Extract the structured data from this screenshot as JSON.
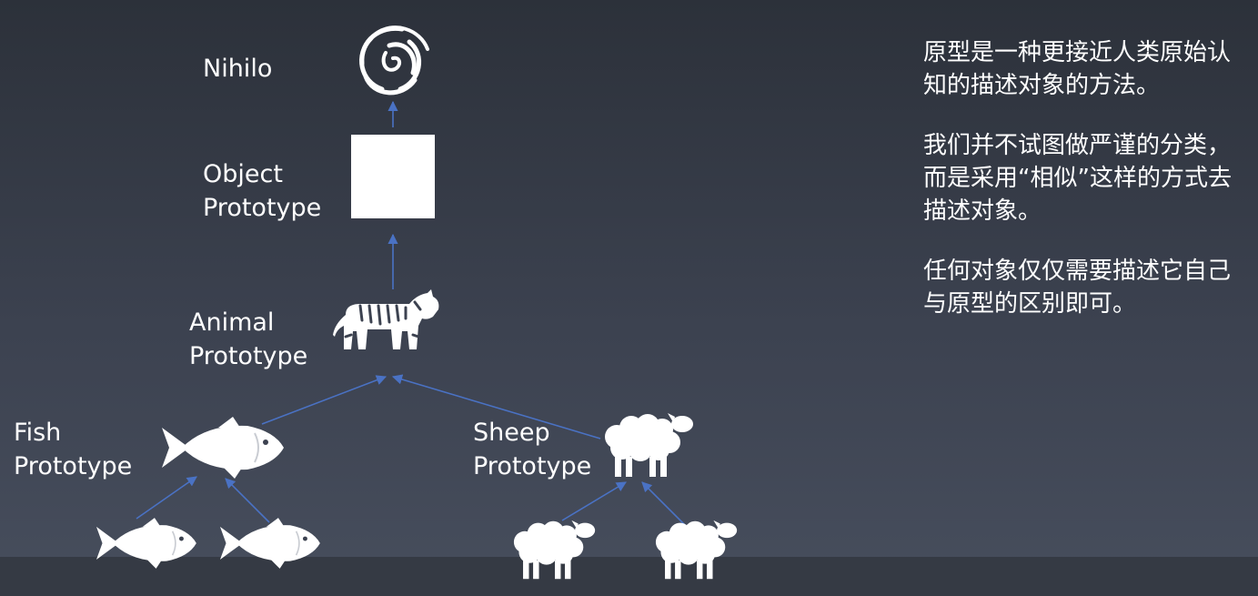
{
  "nodes": {
    "nihilo": {
      "label": [
        "Nihilo"
      ]
    },
    "object": {
      "label": [
        "Object",
        "Prototype"
      ]
    },
    "animal": {
      "label": [
        "Animal",
        "Prototype"
      ]
    },
    "fish": {
      "label": [
        "Fish",
        "Prototype"
      ]
    },
    "sheep": {
      "label": [
        "Sheep",
        "Prototype"
      ]
    }
  },
  "icons": {
    "nihilo": "swirl-icon",
    "object": "square-icon",
    "animal": "tiger-icon",
    "fish": "fish-icon",
    "sheep": "sheep-icon"
  },
  "notes": [
    "原型是一种更接近人类原始认知的描述对象的方法。",
    "我们并不试图做严谨的分类，而是采用“相似”这样的方式去描述对象。",
    "任何对象仅仅需要描述它自己与原型的区别即可。"
  ],
  "colors": {
    "background": "#3c4250",
    "arrow": "#4a72c4",
    "icon": "#ffffff"
  }
}
